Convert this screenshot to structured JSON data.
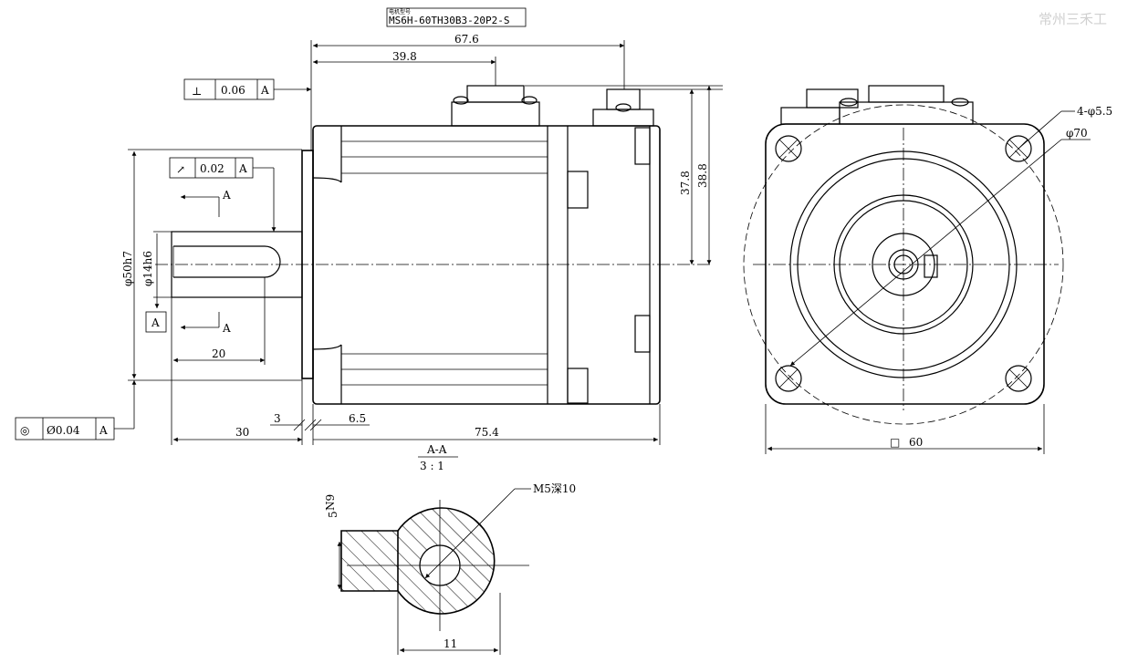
{
  "title_block": {
    "label_small": "电机型号",
    "model": "MS6H-60TH30B3-20P2-S"
  },
  "watermark": "常州三禾工",
  "dimensions": {
    "total_length": "67.6",
    "to_connector": "39.8",
    "height_37_8": "37.8",
    "height_38_8": "38.8",
    "pilot_dia": "φ50h7",
    "shaft_dia": "φ14h6",
    "shaft_length": "20",
    "flange_to_shaft": "30",
    "flange_3": "3",
    "flange_6_5": "6.5",
    "body_length": "75.4",
    "square": "60",
    "square_symbol": "□",
    "holes": "4-φ5.5",
    "pcd": "φ70",
    "key_width": "5",
    "key_tol": "N9",
    "thread": "M5深10",
    "shaft_section_width": "11"
  },
  "tolerances": {
    "perpendicularity": {
      "symbol": "⊥",
      "value": "0.06",
      "datum": "A"
    },
    "runout": {
      "symbol": "↗",
      "value": "0.02",
      "datum": "A"
    },
    "concentricity": {
      "symbol": "◎",
      "value": "Ø0.04",
      "datum": "A"
    }
  },
  "datum_label": "A",
  "section": {
    "name": "A-A",
    "scale": "3 : 1",
    "arrow_label": "A"
  }
}
